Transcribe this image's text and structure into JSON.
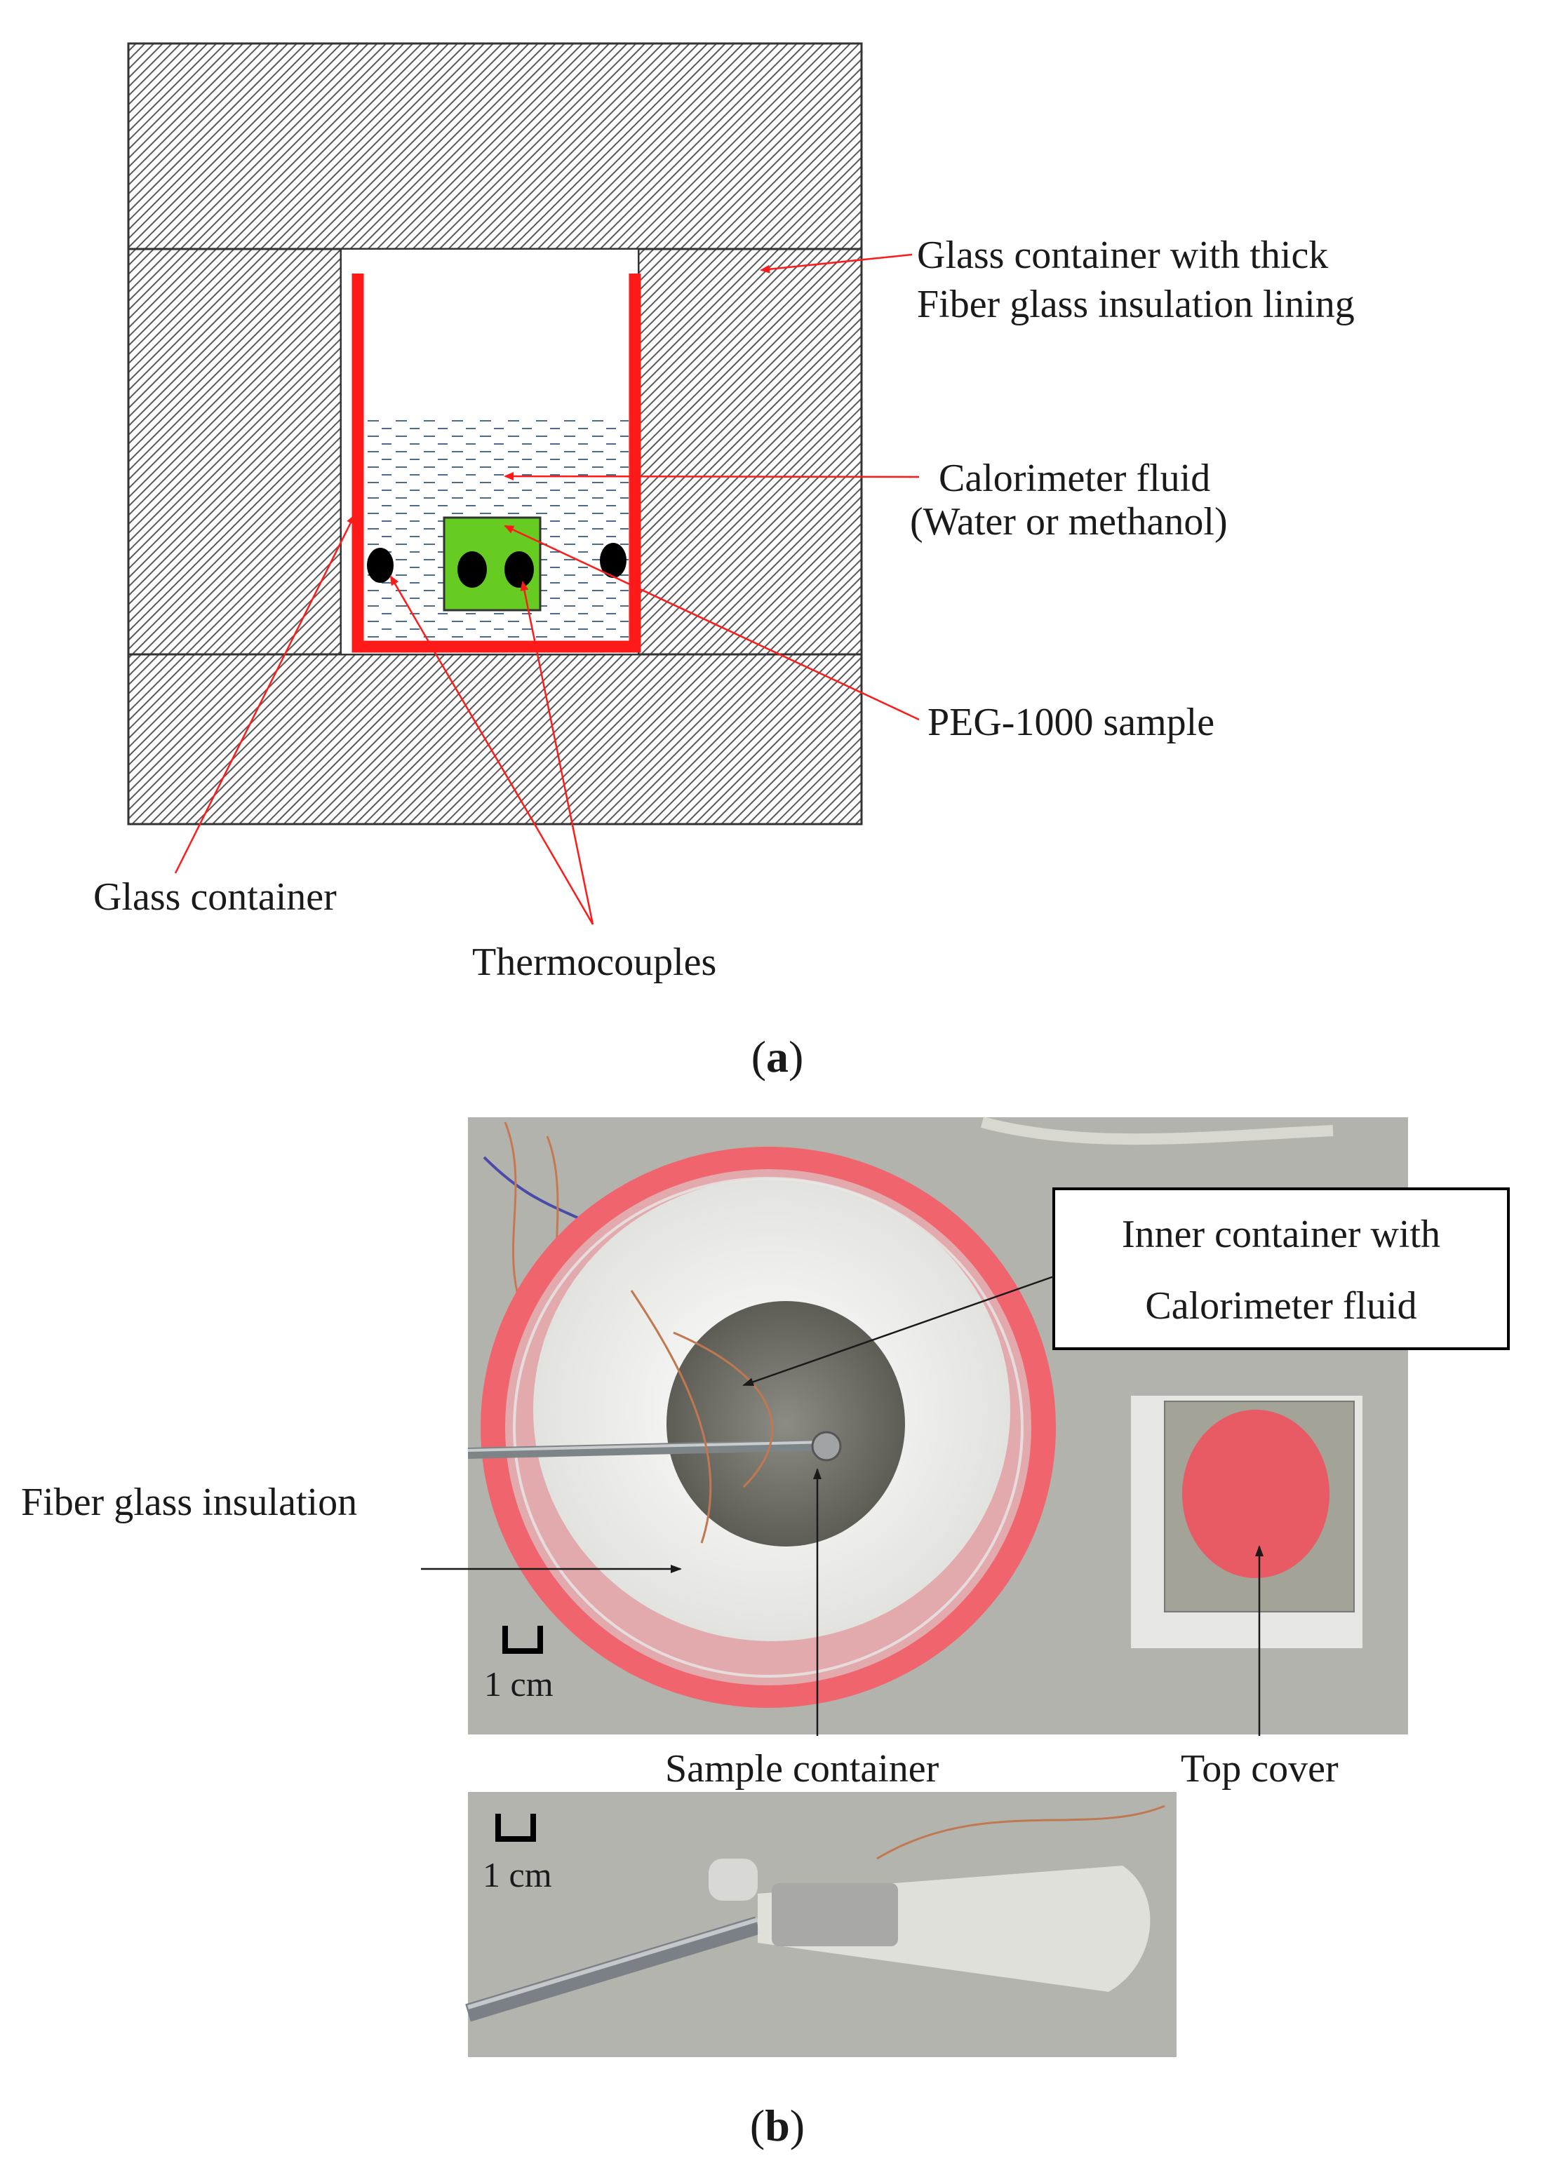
{
  "figure_a": {
    "panel_label": "a",
    "labels": {
      "insulation_line1": "Glass container with thick",
      "insulation_line2": "Fiber glass insulation lining",
      "fluid_line1": "Calorimeter fluid",
      "fluid_line2": "(Water or methanol)",
      "sample": "PEG-1000 sample",
      "glass_container": "Glass container",
      "thermocouples": "Thermocouples"
    },
    "colors": {
      "container_wall": "#ff1a1a",
      "sample_fill": "#66cc22",
      "hatch_line": "#5a5a5a",
      "fluid_dash": "#4d6b8f",
      "arrow": "#ff1a1a"
    }
  },
  "figure_b": {
    "panel_label": "b",
    "callouts": {
      "inner_line1": "Inner container with",
      "inner_line2": "Calorimeter fluid",
      "fiber": "Fiber glass insulation",
      "sample_container": "Sample container",
      "top_cover": "Top cover"
    },
    "scale_bar_top": "1 cm",
    "scale_bar_bottom": "1 cm",
    "colors": {
      "foam": "#f0646e",
      "fiber": "#f2f2f0",
      "background": "#b8b8b2"
    }
  }
}
